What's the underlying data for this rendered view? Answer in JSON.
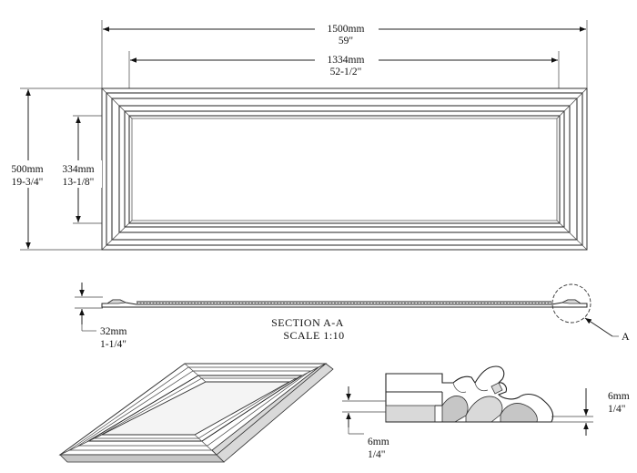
{
  "front_view": {
    "overall_width": {
      "metric": "1500mm",
      "imperial": "59\""
    },
    "inner_width": {
      "metric": "1334mm",
      "imperial": "52-1/2\""
    },
    "overall_height": {
      "metric": "500mm",
      "imperial": "19-3/4\""
    },
    "inner_height": {
      "metric": "334mm",
      "imperial": "13-1/8\""
    }
  },
  "section_view": {
    "thickness": {
      "metric": "32mm",
      "imperial": "1-1/4\""
    },
    "title": "SECTION  A-A",
    "scale": "SCALE  1:10",
    "detail_label": "A"
  },
  "detail_view": {
    "right_dim": {
      "metric": "6mm",
      "imperial": "1/4\""
    },
    "bottom_dim": {
      "metric": "6mm",
      "imperial": "1/4\""
    }
  }
}
